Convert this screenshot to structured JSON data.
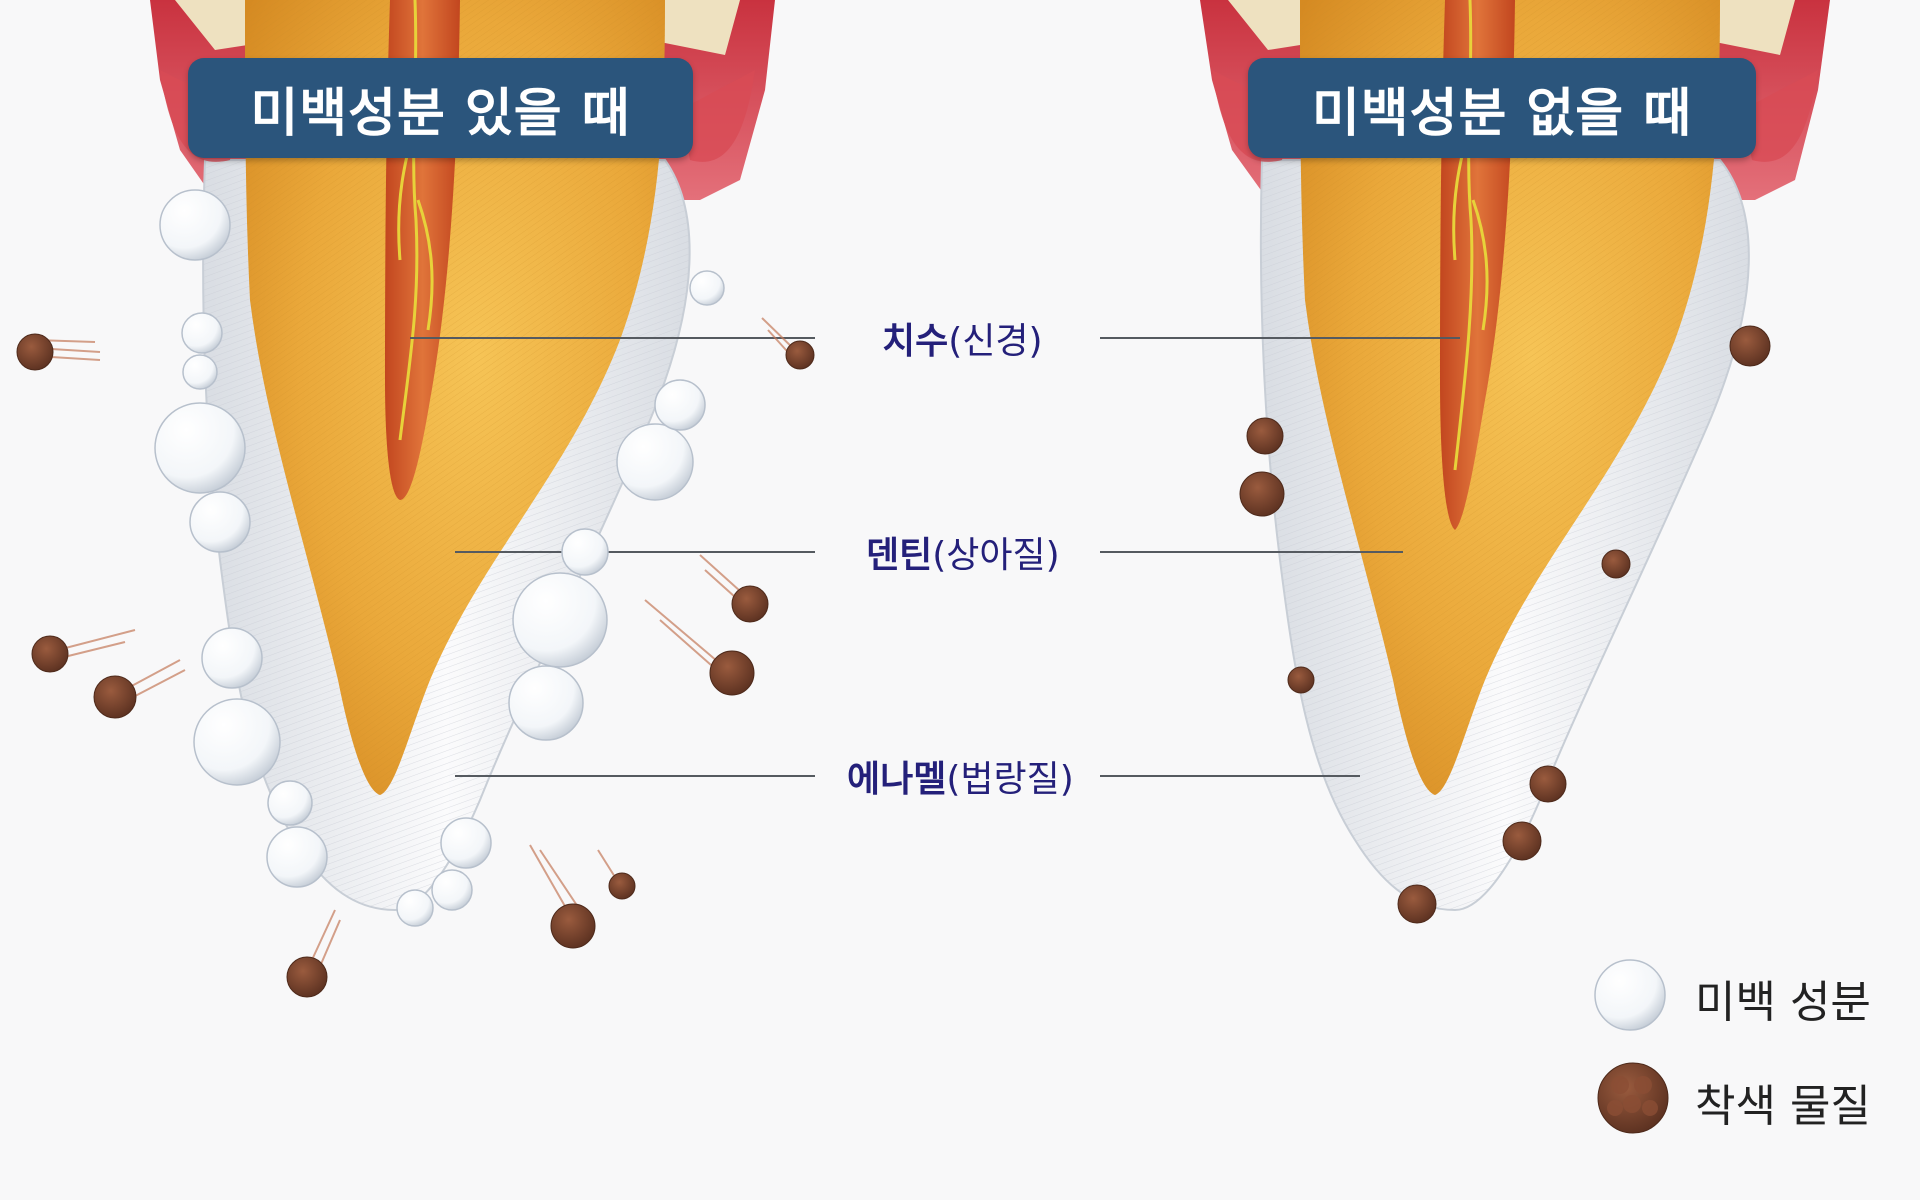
{
  "titles": {
    "left": "미백성분 있을 때",
    "right": "미백성분 없을 때"
  },
  "labels": {
    "pulp": {
      "main": "치수",
      "paren": "(신경)"
    },
    "dentin": {
      "main": "덴틴",
      "paren": "(상아질)"
    },
    "enamel": {
      "main": "에나멜",
      "paren": "(법랑질)"
    }
  },
  "legend": {
    "whitening": "미백 성분",
    "stain": "착색 물질"
  },
  "colors": {
    "title_bg": "#2b557c",
    "label_text": "#24207a",
    "dentin": "#e9a93a",
    "pulp": "#d2572a",
    "gum": "#d84b55",
    "stain": "#7a4630"
  }
}
